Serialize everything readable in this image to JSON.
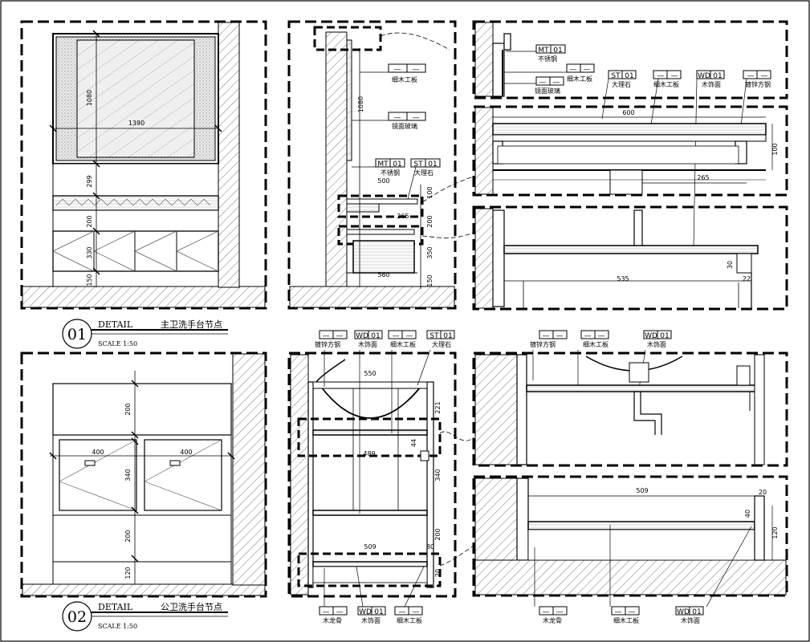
{
  "details": [
    {
      "number": "01",
      "label": "DETAIL",
      "name": "主卫洗手台节点",
      "scale": "SCALE 1:50"
    },
    {
      "number": "02",
      "label": "DETAIL",
      "name": "公卫洗手台节点",
      "scale": "SCALE 1:50"
    }
  ],
  "tag_codes": {
    "mt": "MT",
    "st": "ST",
    "wd": "WD",
    "num01": "01",
    "dash": "—"
  },
  "materials": {
    "stainless": "不锈钢",
    "mirror_glass": "镜面玻璃",
    "fine_board": "细木工板",
    "marble": "大理石",
    "veneer": "木饰面",
    "galv_steel": "镀锌方钢",
    "wood_keel": "木龙骨"
  },
  "dims": {
    "e1_w": "1390",
    "e1_h": "1080",
    "e1_299": "299",
    "e1_200": "200",
    "e1_330": "330",
    "e1_150": "150",
    "s1_1080": "1080",
    "s1_500": "500",
    "s1_100": "100",
    "s1_265": "265",
    "s1_200": "200",
    "s1_350": "350",
    "s1_150": "150",
    "s1_560": "560",
    "d1_600": "600",
    "d1_100": "100",
    "d1_265": "265",
    "d1_30": "30",
    "d1_535": "535",
    "d1_22": "22",
    "e2_200a": "200",
    "e2_400a": "400",
    "e2_400b": "400",
    "e2_340": "340",
    "e2_200b": "200",
    "e2_120": "120",
    "s2_550": "550",
    "s2_221": "221",
    "s2_44": "44",
    "s2_489": "489",
    "s2_340": "340",
    "s2_200": "200",
    "s2_509": "509",
    "s2_80": "80",
    "s2_20": "20",
    "d2_509": "509",
    "d2_20": "20",
    "d2_40": "40",
    "d2_120": "120"
  }
}
